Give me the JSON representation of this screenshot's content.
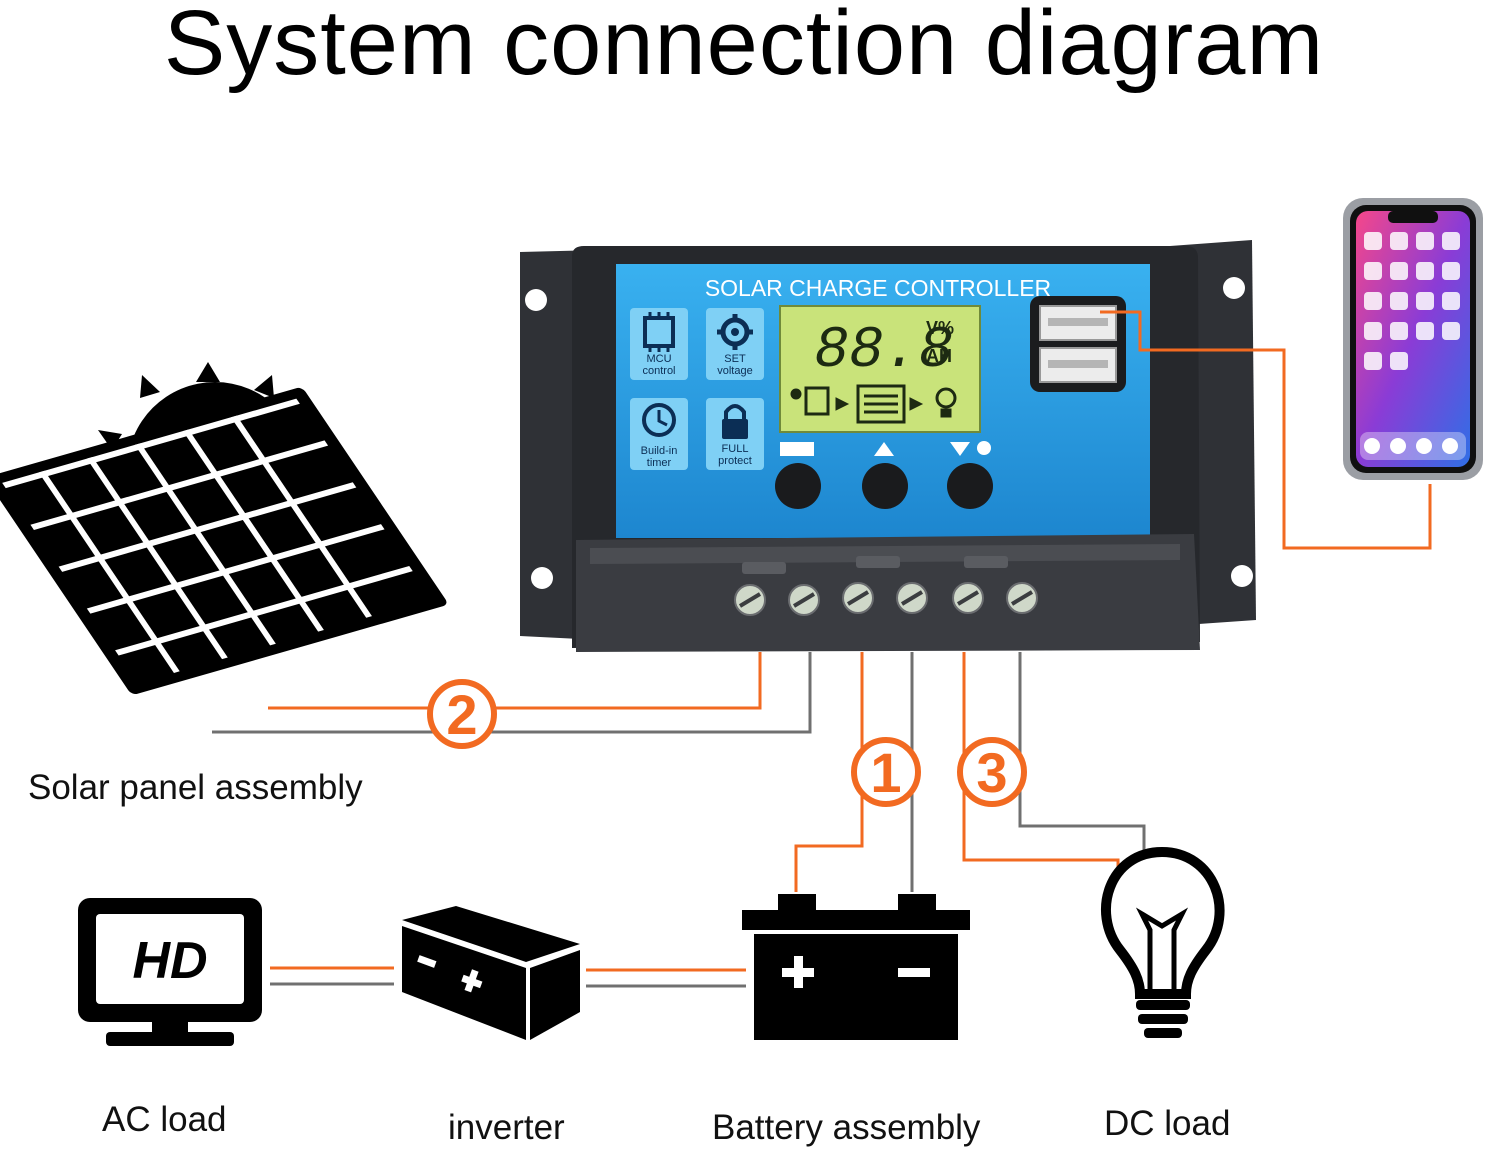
{
  "title": "System connection diagram",
  "controller": {
    "label": "SOLAR CHARGE CONTROLLER",
    "display_digits": "88.8",
    "display_units_top": "V%",
    "display_units_bottom": "AH",
    "features": [
      {
        "line1": "MCU",
        "line2": "control",
        "icon": "chip-icon"
      },
      {
        "line1": "SET",
        "line2": "voltage",
        "icon": "gear-icon"
      },
      {
        "line1": "Build-in",
        "line2": "timer",
        "icon": "clock-icon"
      },
      {
        "line1": "FULL",
        "line2": "protect",
        "icon": "lock-icon"
      }
    ]
  },
  "markers": {
    "one": "1",
    "two": "2",
    "three": "3"
  },
  "captions": {
    "solar": "Solar panel assembly",
    "ac_load": "AC load",
    "inverter": "inverter",
    "battery": "Battery assembly",
    "dc_load": "DC load"
  },
  "hd_label": "HD",
  "colors": {
    "accent": "#f26a21",
    "wire_gray": "#707070",
    "panel_blue": "#2aa3e8",
    "lcd": "#c9e37a",
    "housing": "#2d2f33"
  }
}
